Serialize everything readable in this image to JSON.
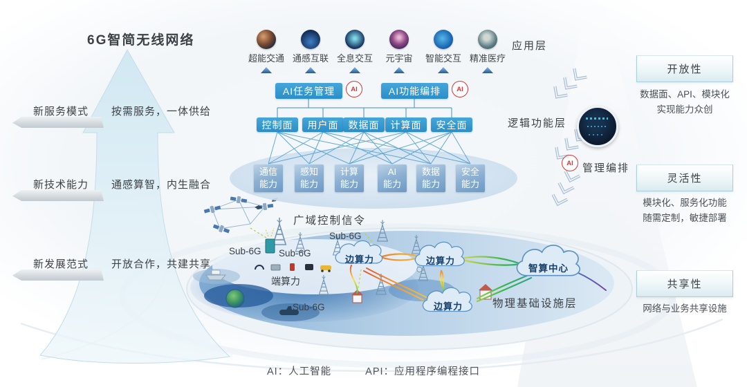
{
  "header": {
    "title": "6G智简无线网络"
  },
  "left_panel": {
    "rows": [
      {
        "label": "新服务模式",
        "desc": "按需服务，一体供给"
      },
      {
        "label": "新技术能力",
        "desc": "通感算智，内生融合"
      },
      {
        "label": "新发展范式",
        "desc": "开放合作，共建共享"
      }
    ]
  },
  "app_layer": {
    "label": "应用层",
    "apps": [
      {
        "name": "超能交通"
      },
      {
        "name": "通感互联"
      },
      {
        "name": "全息交互"
      },
      {
        "name": "元宇宙"
      },
      {
        "name": "智能交互"
      },
      {
        "name": "精准医疗"
      }
    ]
  },
  "ai_management": {
    "ai_badge": "AI",
    "boxes": [
      {
        "label": "AI任务管理"
      },
      {
        "label": "AI功能编排"
      }
    ]
  },
  "planes": [
    {
      "label": "控制面"
    },
    {
      "label": "用户面"
    },
    {
      "label": "数据面"
    },
    {
      "label": "计算面"
    },
    {
      "label": "安全面"
    }
  ],
  "capabilities": [
    {
      "line1": "通信",
      "line2": "能力"
    },
    {
      "line1": "感知",
      "line2": "能力"
    },
    {
      "line1": "计算",
      "line2": "能力"
    },
    {
      "line1": "AI",
      "line2": "能力"
    },
    {
      "line1": "数据",
      "line2": "能力"
    },
    {
      "line1": "安全",
      "line2": "能力"
    }
  ],
  "logic_layer": {
    "label": "逻辑功能层",
    "management": "管理编排",
    "ai_badge": "AI"
  },
  "physical_layer": {
    "label": "物理基础设施层",
    "wide_area_label": "广域控制信令",
    "terminal_label": "端算力",
    "ai_center_label": "智算中心",
    "edge_labels": [
      "边算力",
      "边算力",
      "边算力"
    ],
    "sub6g_labels": [
      "Sub-6G",
      "Sub-6G",
      "Sub-6G",
      "Sub-6G"
    ]
  },
  "right_panels": [
    {
      "title": "开放性",
      "desc1": "数据面、API、模块化",
      "desc2": "实现能力众创"
    },
    {
      "title": "灵活性",
      "desc1": "模块化、服务化功能",
      "desc2": "随需定制，敏捷部署"
    },
    {
      "title": "共享性",
      "desc1": "网络与业务共享设施",
      "desc2": ""
    }
  ],
  "footnote": {
    "ai": "AI：人工智能",
    "api": "API：应用程序编程接口"
  },
  "colors": {
    "box_blue": "#369cd3",
    "cap_blue": "#7fa6cd",
    "badge_red": "#d23a31",
    "arrow_fill": "#d7ecf4",
    "disk_blue": "#6d9ecf",
    "cloud_stroke": "#5b93c6"
  }
}
